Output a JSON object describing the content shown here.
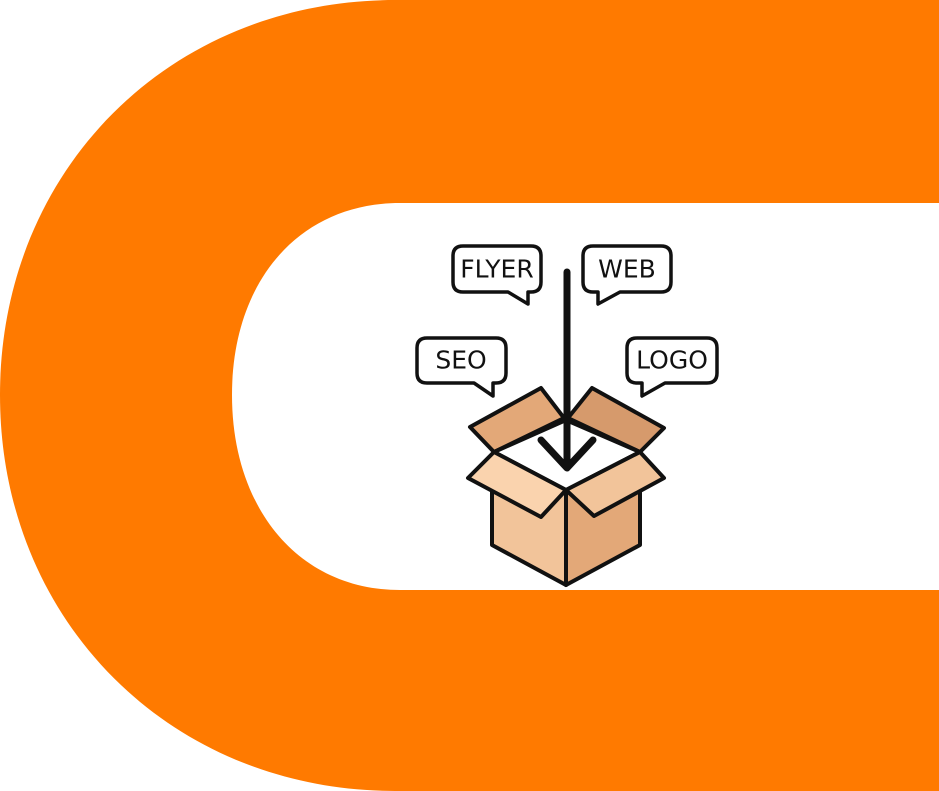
{
  "colors": {
    "brand_orange": "#FF7A00",
    "background": "#FFFFFF",
    "outline": "#111111",
    "box_light": "#F2C49A",
    "box_mid": "#E3A878",
    "box_dark": "#D69A6C",
    "box_flap_light": "#FAD3AE"
  },
  "icon": {
    "name": "open-box-icon",
    "arrow": "down-arrow-icon"
  },
  "bubbles": {
    "flyer": "FLYER",
    "web": "WEB",
    "seo": "SEO",
    "logo": "LOGO"
  }
}
